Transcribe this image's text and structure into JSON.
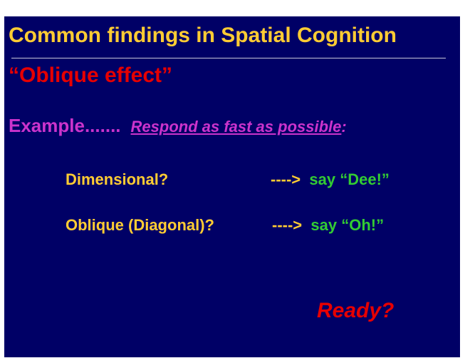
{
  "slide": {
    "title": "Common findings in Spatial Cognition",
    "subtitle": "“Oblique effect”",
    "example_label": "Example.......",
    "instruction": "Respond as fast as possible",
    "instruction_colon": ":",
    "options": [
      {
        "label": "Dimensional?",
        "arrow": "---->",
        "response": "say “Dee!”"
      },
      {
        "label": "Oblique (Diagonal)?",
        "arrow": "---->",
        "response": "say “Oh!”"
      }
    ],
    "ready": "Ready?"
  },
  "colors": {
    "background": "#000066",
    "title": "#ffcc33",
    "subtitle": "#e60000",
    "example": "#cc33cc",
    "response": "#33cc33",
    "ready": "#e60000"
  }
}
